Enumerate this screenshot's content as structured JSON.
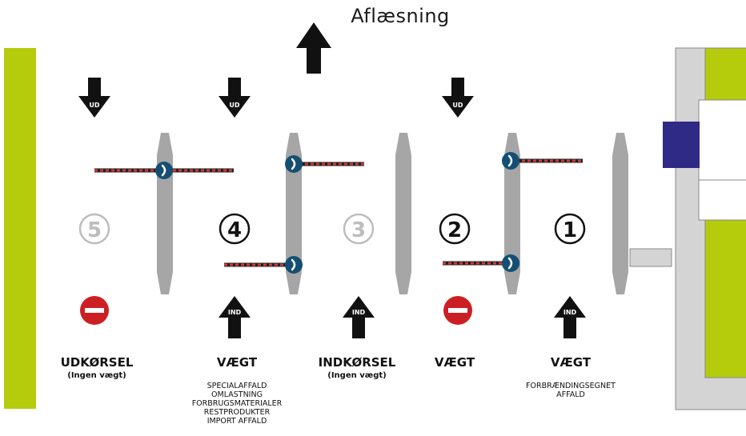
{
  "title": "Aflæsning",
  "colors": {
    "green": "#b4cc0c",
    "gray": "#a6a6a6",
    "light_gray": "#d4d4d4",
    "navy": "#2f2a86",
    "teal": "#144f73",
    "red": "#cc1f24",
    "black": "#111111"
  },
  "lanes": [
    {
      "number": "5",
      "active": false,
      "arrow_top": "UD",
      "arrow_bottom": "no-entry",
      "label": "UDKØRSEL",
      "sub": "(Ingen vægt)",
      "desc": []
    },
    {
      "number": "4",
      "active": true,
      "arrow_top": "UD",
      "arrow_bottom": "IND",
      "label": "VÆGT",
      "sub": "",
      "desc": [
        "SPECIALAFFALD",
        "OMLASTNING",
        "FORBRUGSMATERIALER",
        "RESTPRODUKTER",
        "IMPORT AFFALD"
      ]
    },
    {
      "number": "3",
      "active": false,
      "arrow_top": "",
      "arrow_bottom": "IND",
      "label": "INDKØRSEL",
      "sub": "(Ingen vægt)",
      "desc": []
    },
    {
      "number": "2",
      "active": true,
      "arrow_top": "UD",
      "arrow_bottom": "no-entry",
      "label": "VÆGT",
      "sub": "",
      "desc": []
    },
    {
      "number": "1",
      "active": true,
      "arrow_top": "",
      "arrow_bottom": "IND",
      "label": "VÆGT",
      "sub": "",
      "desc": [
        "FORBRÆNDINGSEGNET",
        "AFFALD"
      ]
    }
  ],
  "icons": {
    "phone": "phone-icon",
    "up_arrow": "up-arrow-icon",
    "down_arrow": "down-arrow-icon",
    "no_entry": "no-entry-icon"
  }
}
